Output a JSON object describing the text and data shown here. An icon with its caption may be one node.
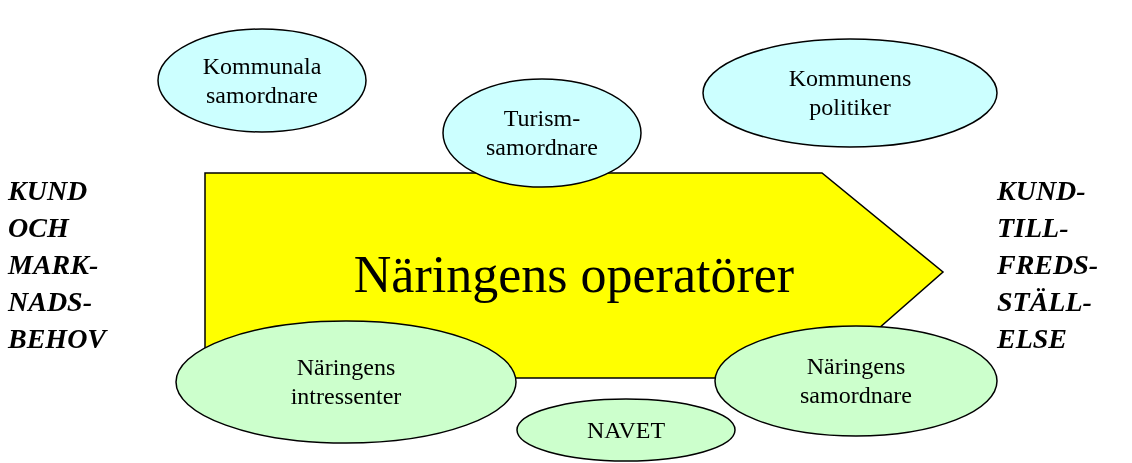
{
  "diagram": {
    "nodes": [
      {
        "text": [
          "Näringens operatörer"
        ]
      },
      {
        "text": [
          "Kommunala samordnare"
        ]
      },
      {
        "text": [
          "Turism- samordnare"
        ]
      },
      {
        "text": [
          "Kommunens politiker"
        ]
      },
      {
        "text": [
          "Näringens intressenter"
        ]
      },
      {
        "text": [
          "Näringens samordnare"
        ]
      },
      {
        "text": [
          "NAVET"
        ]
      }
    ],
    "labels": [
      "KUND OCH MARK- NADS- BEHOV",
      "KUND- TILL- FREDS- STÄLL- ELSE"
    ]
  }
}
